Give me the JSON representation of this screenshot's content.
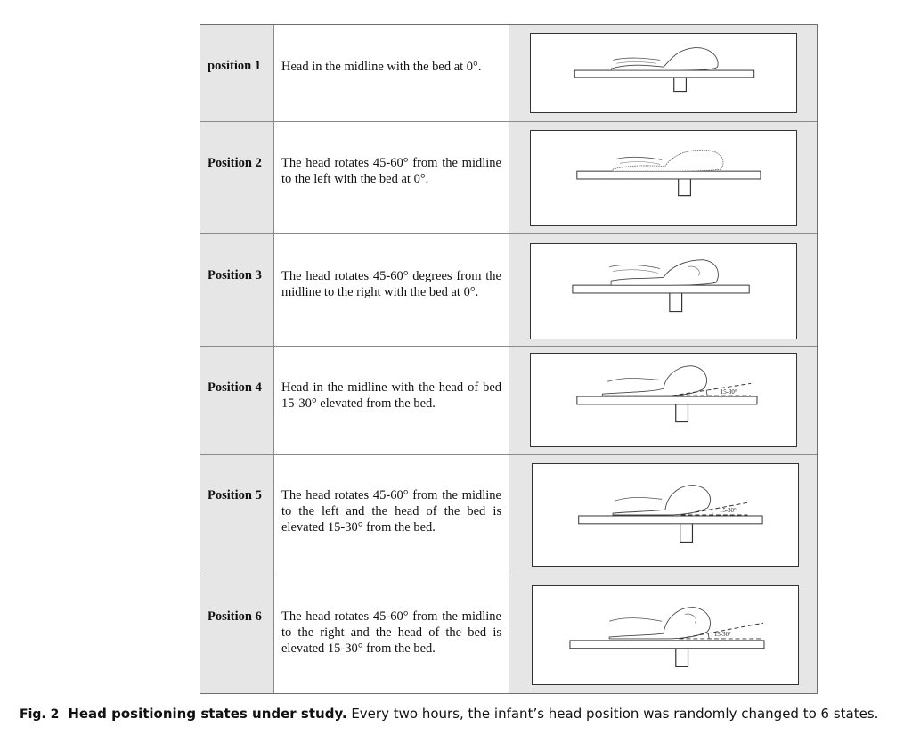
{
  "positions": [
    {
      "label": "position 1",
      "text": "Head in the midline with the bed at 0°."
    },
    {
      "label": "Position 2",
      "text": "The head rotates 45-60° from the midline to the left with the bed at 0°."
    },
    {
      "label": "Position 3",
      "text": "The head rotates 45-60° degrees from the midline to the right with the bed at 0°."
    },
    {
      "label": "Position 4",
      "text": "Head in the midline with the head of bed 15-30° elevated from the bed.",
      "angle": "15-30°"
    },
    {
      "label": "Position 5",
      "text": "The head rotates 45-60° from the midline to the left and the head of the bed is elevated 15-30° from the bed.",
      "angle": "15-30°"
    },
    {
      "label": "Position 6",
      "text": "The head rotates 45-60° from the midline to the right and the head of the bed is elevated 15-30° from the bed.",
      "angle": "15-30°"
    }
  ],
  "caption": {
    "fig": "Fig. 2",
    "title": "Head positioning states under study.",
    "text": "Every two hours, the infant’s head position was randomly changed to 6 states."
  }
}
